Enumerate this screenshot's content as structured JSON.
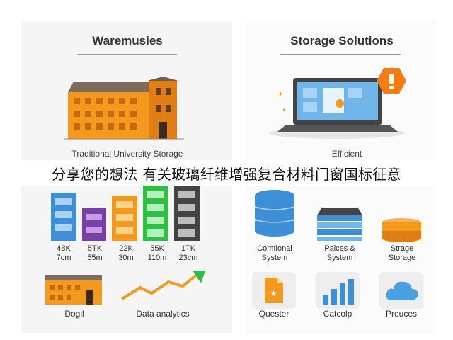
{
  "left": {
    "title": "Waremusies",
    "building_label": "Traditional University Storage",
    "stats": [
      {
        "a": "48K",
        "b": "7cm"
      },
      {
        "a": "5TK",
        "b": "55m"
      },
      {
        "a": "22K",
        "b": "30m"
      },
      {
        "a": "55K",
        "b": "110m"
      },
      {
        "a": "1TK",
        "b": "23cm"
      }
    ],
    "bottom_left_label": "Dogil",
    "bottom_right_label": "Data analytics"
  },
  "right": {
    "title": "Storage Solutions",
    "laptop_label": "Efficient",
    "items": [
      {
        "label1": "Comtional",
        "label2": "System"
      },
      {
        "label1": "Paices &",
        "label2": "System"
      },
      {
        "label1": "Strage",
        "label2": "Storage"
      }
    ],
    "cards": [
      {
        "label": "Quester"
      },
      {
        "label": "Catcolp"
      },
      {
        "label": "Preuces"
      }
    ]
  },
  "banner_text": "分享您的想法 有关玻璃纤维增强复合材料门窗国标征意",
  "colors": {
    "orange": "#f39a1e",
    "blue": "#3d8fd8",
    "green": "#2fbf45",
    "purple": "#7a3fa8",
    "dark": "#444444",
    "alert": "#f57c12"
  }
}
